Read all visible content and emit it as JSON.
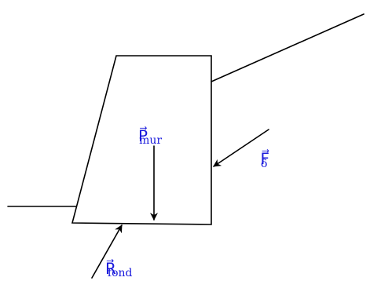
{
  "colors": {
    "line": "#000000",
    "label": "#1a1adc"
  },
  "forces": {
    "p_mur": {
      "symbol": "P",
      "vector_mark": "⃗",
      "subscript": "mur"
    },
    "f_delta": {
      "symbol": "F",
      "vector_mark": "⃗",
      "subscript": "δ"
    },
    "r_fond": {
      "symbol": "R",
      "vector_mark": "⃗",
      "subscript": "fond"
    }
  }
}
